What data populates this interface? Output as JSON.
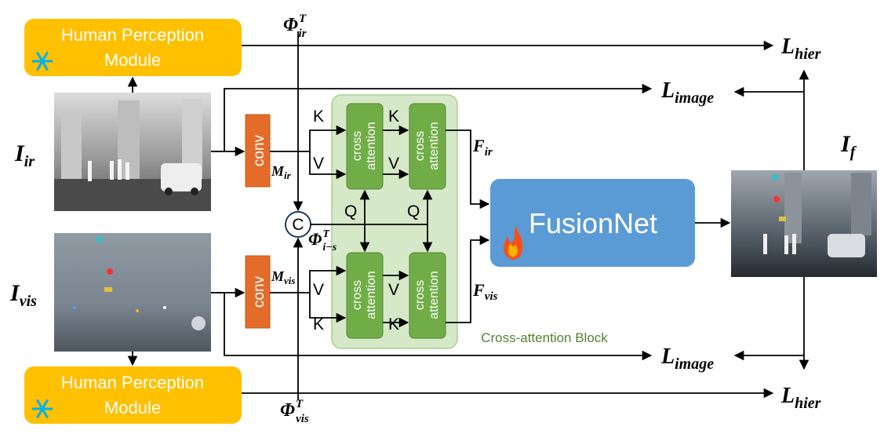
{
  "hpm_top": {
    "line1": "Human Perception",
    "line2": "Module"
  },
  "hpm_bottom": {
    "line1": "Human Perception",
    "line2": "Module"
  },
  "phi_ir": {
    "main": "Φ",
    "sup": "T",
    "sub": "ir"
  },
  "phi_vis": {
    "main": "Φ",
    "sup": "T",
    "sub": "vis"
  },
  "phi_is": {
    "main": "Φ",
    "sup": "T",
    "sub": "i−s"
  },
  "l_hier_top": {
    "main": "L",
    "sub": "hier"
  },
  "l_hier_bottom": {
    "main": "L",
    "sub": "hier"
  },
  "l_image_top": {
    "main": "L",
    "sub": "image"
  },
  "l_image_bottom": {
    "main": "L",
    "sub": "image"
  },
  "i_ir": {
    "main": "I",
    "sub": "ir"
  },
  "i_vis": {
    "main": "I",
    "sub": "vis"
  },
  "i_f": {
    "main": "I",
    "sub": "f"
  },
  "conv_top": "conv",
  "conv_bottom": "conv",
  "m_ir": {
    "main": "M",
    "sub": "ir"
  },
  "m_vis": {
    "main": "M",
    "sub": "vis"
  },
  "concat": "C",
  "cross_attention": {
    "line1": "cross",
    "line2": "attention"
  },
  "labels": {
    "k": "K",
    "v": "V",
    "q": "Q"
  },
  "f_ir": {
    "main": "F",
    "sub": "ir"
  },
  "f_vis": {
    "main": "F",
    "sub": "vis"
  },
  "fusionnet": "FusionNet",
  "block_label": "Cross-attention Block",
  "colors": {
    "hpm": "#FFC000",
    "conv": "#E46C2A",
    "ca_block": "#70AD47",
    "ca_region": "#D5E8C8",
    "fusionnet": "#5B9BD5",
    "block_text": "#548235",
    "snowflake": "#00B0F0"
  },
  "icons": {
    "snowflake": "snowflake-icon",
    "flame": "flame-icon"
  }
}
